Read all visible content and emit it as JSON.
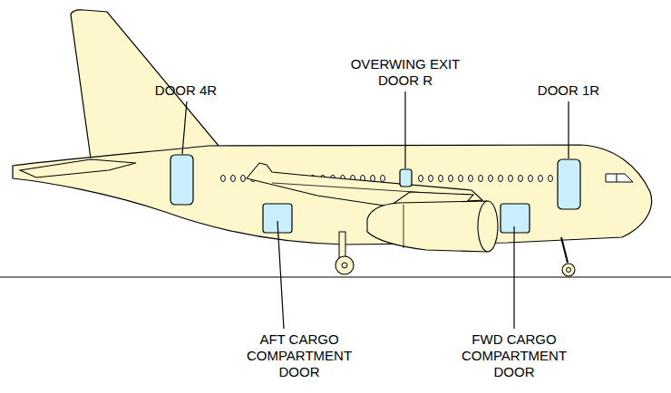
{
  "diagram": {
    "labels": [
      "DOOR 4R",
      "OVERWING EXIT DOOR R",
      "DOOR 1R",
      "AFT CARGO COMPARTMENT DOOR",
      "FWD CARGO COMPARTMENT DOOR"
    ]
  }
}
